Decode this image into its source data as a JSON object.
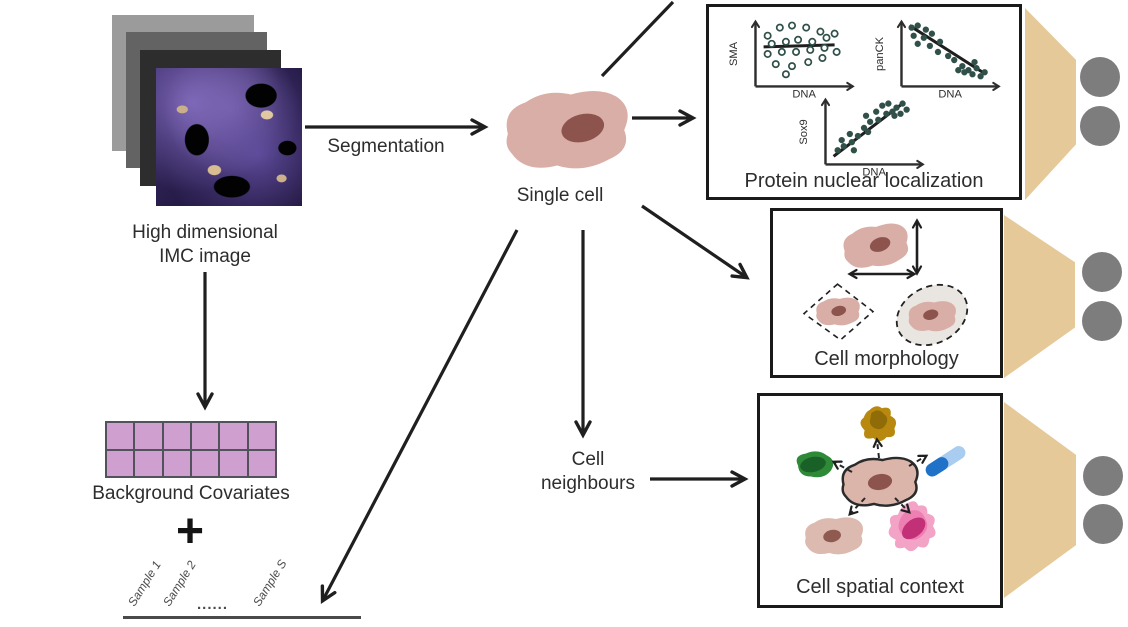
{
  "figure": {
    "stack_label": [
      "High dimensional",
      "IMC image"
    ],
    "segmentation_label": "Segmentation",
    "single_cell_label": "Single cell",
    "neighbours_label": [
      "Cell",
      "neighbours"
    ],
    "covariates_label": "Background Covariates",
    "plus_sign": "+",
    "sample_labels": [
      "Sample 1",
      "Sample 2",
      "......",
      "Sample S"
    ]
  },
  "boxes": {
    "protein": {
      "title": "Protein nuclear localization"
    },
    "morphology": {
      "title": "Cell morphology"
    },
    "spatial": {
      "title": "Cell spatial context"
    }
  },
  "scatters": [
    {
      "ylabel": "SMA",
      "xlabel": "DNA",
      "trend": "flat",
      "dot_style": "open",
      "trend_line": [
        42,
        33,
        112,
        31
      ],
      "points": [
        [
          46,
          22
        ],
        [
          58,
          14
        ],
        [
          70,
          12
        ],
        [
          84,
          14
        ],
        [
          98,
          18
        ],
        [
          50,
          30
        ],
        [
          64,
          28
        ],
        [
          76,
          26
        ],
        [
          90,
          28
        ],
        [
          104,
          24
        ],
        [
          46,
          40
        ],
        [
          60,
          38
        ],
        [
          74,
          38
        ],
        [
          88,
          36
        ],
        [
          102,
          34
        ],
        [
          54,
          50
        ],
        [
          70,
          52
        ],
        [
          86,
          48
        ],
        [
          100,
          44
        ],
        [
          64,
          60
        ],
        [
          112,
          20
        ],
        [
          114,
          38
        ]
      ]
    },
    {
      "ylabel": "panCK",
      "xlabel": "DNA",
      "trend": "negative",
      "dot_style": "solid",
      "trend_line": [
        42,
        12,
        114,
        58
      ],
      "points": [
        [
          44,
          14
        ],
        [
          50,
          12
        ],
        [
          58,
          16
        ],
        [
          46,
          22
        ],
        [
          56,
          24
        ],
        [
          64,
          20
        ],
        [
          50,
          30
        ],
        [
          62,
          32
        ],
        [
          72,
          28
        ],
        [
          70,
          38
        ],
        [
          80,
          42
        ],
        [
          86,
          46
        ],
        [
          94,
          52
        ],
        [
          100,
          56
        ],
        [
          108,
          54
        ],
        [
          104,
          60
        ],
        [
          96,
          58
        ],
        [
          112,
          62
        ],
        [
          106,
          48
        ],
        [
          90,
          56
        ],
        [
          116,
          58
        ]
      ]
    },
    {
      "ylabel": "Sox9",
      "xlabel": "DNA",
      "trend": "positive",
      "dot_style": "solid",
      "trend_line": [
        42,
        64,
        110,
        12
      ],
      "points": [
        [
          46,
          58
        ],
        [
          52,
          54
        ],
        [
          50,
          48
        ],
        [
          60,
          50
        ],
        [
          58,
          42
        ],
        [
          66,
          44
        ],
        [
          72,
          36
        ],
        [
          78,
          30
        ],
        [
          74,
          24
        ],
        [
          84,
          20
        ],
        [
          90,
          14
        ],
        [
          96,
          12
        ],
        [
          104,
          16
        ],
        [
          100,
          20
        ],
        [
          110,
          12
        ],
        [
          102,
          24
        ],
        [
          94,
          22
        ],
        [
          86,
          28
        ],
        [
          108,
          22
        ],
        [
          76,
          40
        ],
        [
          62,
          58
        ],
        [
          114,
          18
        ]
      ]
    }
  ],
  "colors": {
    "text": "#2d2d2d",
    "arrow": "#1f1f1f",
    "box_border": "#1a1a1a",
    "cell_body": "#d9aea6",
    "cell_nucleus": "#8d544d",
    "funnel_tan": "#e6c998",
    "node_gray": "#7d7d7d",
    "grid_fill": "#cf9fd0",
    "grid_line": "#52525c",
    "scatter_dot": "#31504a",
    "gold_cell": "#b8890e",
    "gold_cell_dark": "#8f6c08",
    "green_cell": "#2f8a38",
    "green_cell_dark": "#1a6128",
    "blue_cell_light": "#a9cdf0",
    "blue_cell_dark": "#1f72c8",
    "pink_cell": "#f2a3c6",
    "pink_cell_mid": "#ee7fb2",
    "pink_cell_nucleus": "#c23077"
  }
}
